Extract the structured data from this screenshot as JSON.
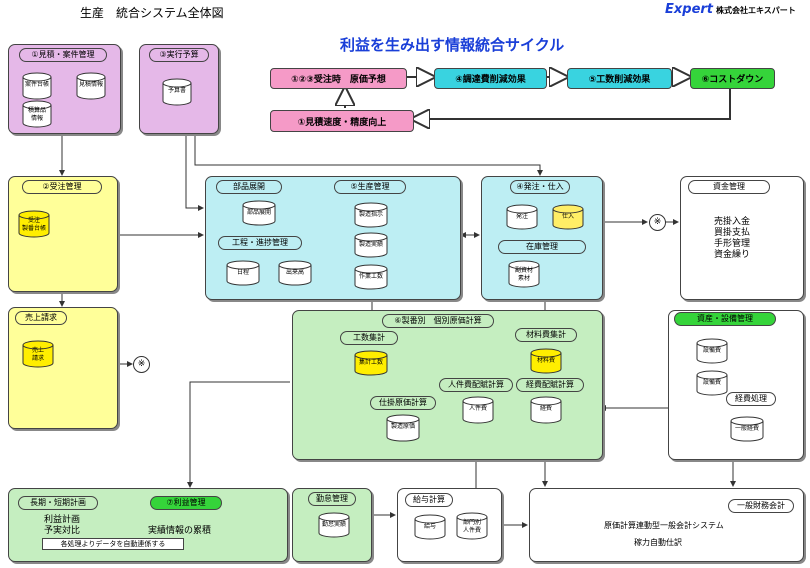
{
  "header": {
    "title": "生産　統合システム全体図",
    "cycle_title": "利益を生み出す情報統合サイクル",
    "brand_name": "Expert",
    "brand_company": "株式会社エキスパート"
  },
  "cycle": {
    "step1": "①②③受注時　原価予想",
    "step2": "④調達費削減効果",
    "step3": "⑤工数削減効果",
    "step4": "⑥コストダウン",
    "step_back": "①見積速度・精度向上"
  },
  "estimate": {
    "label": "①見積・案件管理",
    "db1": "案件台帳",
    "db2": "見積情報",
    "db3": "積算品\n情報"
  },
  "budget": {
    "label": "③実行予算",
    "db1": "予算書"
  },
  "order": {
    "label": "②受注管理",
    "db1": "受注\n製番台帳"
  },
  "sales": {
    "label": "売上請求",
    "db1": "売上\n請求"
  },
  "parts": {
    "label": "部品展開",
    "db1": "部品展開"
  },
  "process": {
    "label": "工程・進捗管理",
    "db1": "日程",
    "db2": "出来高"
  },
  "production": {
    "label": "⑤生産管理",
    "db1": "製造指示",
    "db2": "製造実績",
    "db3": "作業工数"
  },
  "purchase": {
    "label": "④発注・仕入",
    "db1": "発注",
    "db2": "仕入"
  },
  "stock": {
    "label": "在庫管理",
    "db1": "副資材\n素材"
  },
  "funds": {
    "label": "資金管理",
    "line1": "売掛入金",
    "line2": "買掛支払",
    "line3": "手形管理",
    "line4": "資金繰り"
  },
  "costing": {
    "label": "⑥製番別　個別原価計算",
    "labor_label": "工数集計",
    "labor_db": "集計工数",
    "material_label": "材料費集計",
    "material_db": "材料費",
    "personnel_label": "人件費配賦計算",
    "personnel_db": "人件費",
    "expense_label": "経費配賦計算",
    "expense_db": "経費",
    "wip_label": "仕掛原価計算",
    "wip_db": "製造原価"
  },
  "assets": {
    "label": "資産・設備管理",
    "db1": "設備費",
    "db2": "設備費",
    "expense_label": "経費処理",
    "expense_db": "一般経費"
  },
  "plan": {
    "label1": "長期・短期計画",
    "label2": "⑦利益管理",
    "line1": "利益計画",
    "line2": "予実対比",
    "line3": "実績情報の累積",
    "note": "各処理よりデータを自動連係する"
  },
  "attendance": {
    "label": "勤怠管理",
    "db1": "勤怠実績"
  },
  "payroll": {
    "label": "給与計算",
    "db1": "給与",
    "db2": "部門別\n人件費"
  },
  "accounting": {
    "label": "一般財務会計",
    "line1": "原価計算連動型一般会計システム",
    "line2": "稼力自動仕訳"
  },
  "connector": {
    "mark": "※"
  }
}
